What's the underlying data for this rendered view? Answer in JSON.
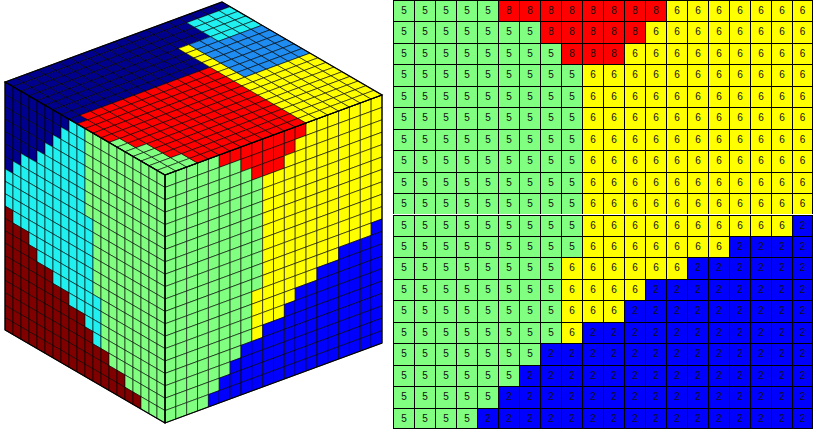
{
  "diagram": {
    "labels": [
      "5",
      "5",
      "5",
      "5",
      "5",
      "8",
      "8",
      "8",
      "8",
      "8",
      "8",
      "8",
      "8",
      "6",
      "6",
      "6",
      "6",
      "6",
      "6",
      "6",
      "5",
      "5",
      "5",
      "5",
      "5",
      "5",
      "5",
      "8",
      "8",
      "8",
      "8",
      "8",
      "6",
      "6",
      "6",
      "6",
      "6",
      "6",
      "6",
      "6",
      "5",
      "5",
      "5",
      "5",
      "5",
      "5",
      "5",
      "5",
      "8",
      "8",
      "8",
      "6",
      "6",
      "6",
      "6",
      "6",
      "6",
      "6",
      "6",
      "6",
      "5",
      "5",
      "5",
      "5",
      "5",
      "5",
      "5",
      "5",
      "5",
      "6",
      "6",
      "6",
      "6",
      "6",
      "6",
      "6",
      "6",
      "6",
      "6",
      "6",
      "5",
      "5",
      "5",
      "5",
      "5",
      "5",
      "5",
      "5",
      "5",
      "6",
      "6",
      "6",
      "6",
      "6",
      "6",
      "6",
      "6",
      "6",
      "6",
      "6",
      "5",
      "5",
      "5",
      "5",
      "5",
      "5",
      "5",
      "5",
      "5",
      "6",
      "6",
      "6",
      "6",
      "6",
      "6",
      "6",
      "6",
      "6",
      "6",
      "6",
      "5",
      "5",
      "5",
      "5",
      "5",
      "5",
      "5",
      "5",
      "5",
      "6",
      "6",
      "6",
      "6",
      "6",
      "6",
      "6",
      "6",
      "6",
      "6",
      "6",
      "5",
      "5",
      "5",
      "5",
      "5",
      "5",
      "5",
      "5",
      "5",
      "6",
      "6",
      "6",
      "6",
      "6",
      "6",
      "6",
      "6",
      "6",
      "6",
      "6",
      "5",
      "5",
      "5",
      "5",
      "5",
      "5",
      "5",
      "5",
      "5",
      "6",
      "6",
      "6",
      "6",
      "6",
      "6",
      "6",
      "6",
      "6",
      "6",
      "6",
      "5",
      "5",
      "5",
      "5",
      "5",
      "5",
      "5",
      "5",
      "5",
      "6",
      "6",
      "6",
      "6",
      "6",
      "6",
      "6",
      "6",
      "6",
      "6",
      "6",
      "5",
      "5",
      "5",
      "5",
      "5",
      "5",
      "5",
      "5",
      "5",
      "6",
      "6",
      "6",
      "6",
      "6",
      "6",
      "6",
      "6",
      "6",
      "6",
      "2",
      "5",
      "5",
      "5",
      "5",
      "5",
      "5",
      "5",
      "5",
      "5",
      "6",
      "6",
      "6",
      "6",
      "6",
      "6",
      "6",
      "2",
      "2",
      "2",
      "2",
      "5",
      "5",
      "5",
      "5",
      "5",
      "5",
      "5",
      "5",
      "6",
      "6",
      "6",
      "6",
      "6",
      "6",
      "2",
      "2",
      "2",
      "2",
      "2",
      "2",
      "5",
      "5",
      "5",
      "5",
      "5",
      "5",
      "5",
      "5",
      "6",
      "6",
      "6",
      "6",
      "2",
      "2",
      "2",
      "2",
      "2",
      "2",
      "2",
      "2",
      "5",
      "5",
      "5",
      "5",
      "5",
      "5",
      "5",
      "5",
      "6",
      "6",
      "6",
      "2",
      "2",
      "2",
      "2",
      "2",
      "2",
      "2",
      "2",
      "2",
      "5",
      "5",
      "5",
      "5",
      "5",
      "5",
      "5",
      "5",
      "6",
      "2",
      "2",
      "2",
      "2",
      "2",
      "2",
      "2",
      "2",
      "2",
      "2",
      "2",
      "5",
      "5",
      "5",
      "5",
      "5",
      "5",
      "5",
      "2",
      "2",
      "2",
      "2",
      "2",
      "2",
      "2",
      "2",
      "2",
      "2",
      "2",
      "2",
      "2",
      "5",
      "5",
      "5",
      "5",
      "5",
      "5",
      "2",
      "2",
      "2",
      "2",
      "2",
      "2",
      "2",
      "2",
      "2",
      "2",
      "2",
      "2",
      "2",
      "2",
      "5",
      "5",
      "5",
      "5",
      "5",
      "2",
      "2",
      "2",
      "2",
      "2",
      "2",
      "2",
      "2",
      "2",
      "2",
      "2",
      "2",
      "2",
      "2",
      "2",
      "5",
      "5",
      "5",
      "5",
      "2",
      "2",
      "2",
      "2",
      "2",
      "2",
      "2",
      "2",
      "2",
      "2",
      "2",
      "2",
      "2",
      "2",
      "2",
      "2"
    ]
  }
}
